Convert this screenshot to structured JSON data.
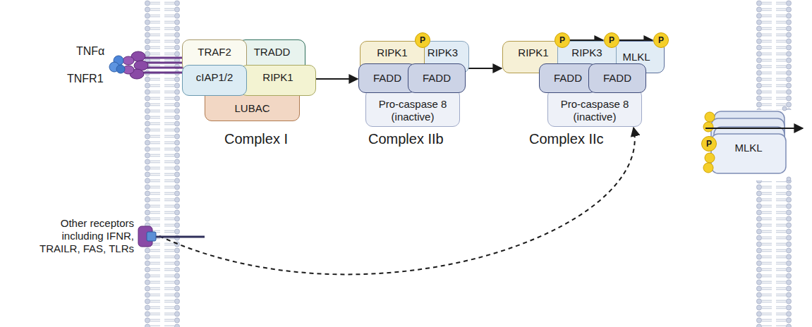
{
  "diagram": {
    "nodes": [
      {
        "text": [
          "TRAF2"
        ]
      },
      {
        "text": [
          "TRADD"
        ]
      },
      {
        "text": [
          "cIAP1/2"
        ]
      },
      {
        "text": [
          "RIPK1"
        ]
      },
      {
        "text": [
          "LUBAC"
        ]
      },
      {
        "text": [
          "RIPK1"
        ]
      },
      {
        "text": [
          "P"
        ]
      },
      {
        "text": [
          "RIPK3"
        ]
      },
      {
        "text": [
          "FADD"
        ]
      },
      {
        "text": [
          "FADD"
        ]
      },
      {
        "text": [
          "Pro-caspase 8 (inactive)"
        ]
      },
      {
        "text": [
          "RIPK1"
        ]
      },
      {
        "text": [
          "P"
        ]
      },
      {
        "text": [
          "RIPK3"
        ]
      },
      {
        "text": [
          "P"
        ]
      },
      {
        "text": [
          "MLKL"
        ]
      },
      {
        "text": [
          "P"
        ]
      },
      {
        "text": [
          "FADD"
        ]
      },
      {
        "text": [
          "FADD"
        ]
      },
      {
        "text": [
          "Pro-caspase 8 (inactive)"
        ]
      },
      {
        "text": [
          "MLKL"
        ]
      },
      {
        "text": [
          "P"
        ]
      },
      {
        "text": [
          "Other receptors including IFNR, TRAILR, FAS, TLRs"
        ]
      }
    ],
    "edges": [
      {
        "from": 3,
        "to": 8,
        "arrow": "to"
      },
      {
        "from": 9,
        "to": 11,
        "arrow": "to"
      },
      {
        "from": 12,
        "to": 14,
        "arrow": "to"
      },
      {
        "from": 14,
        "to": 16,
        "arrow": "to"
      },
      {
        "from": 22,
        "to": 19,
        "arrow": "to"
      }
    ],
    "labels": [
      "TNFα",
      "TNFR1",
      "Complex I",
      "Complex IIb",
      "Complex IIc"
    ]
  }
}
